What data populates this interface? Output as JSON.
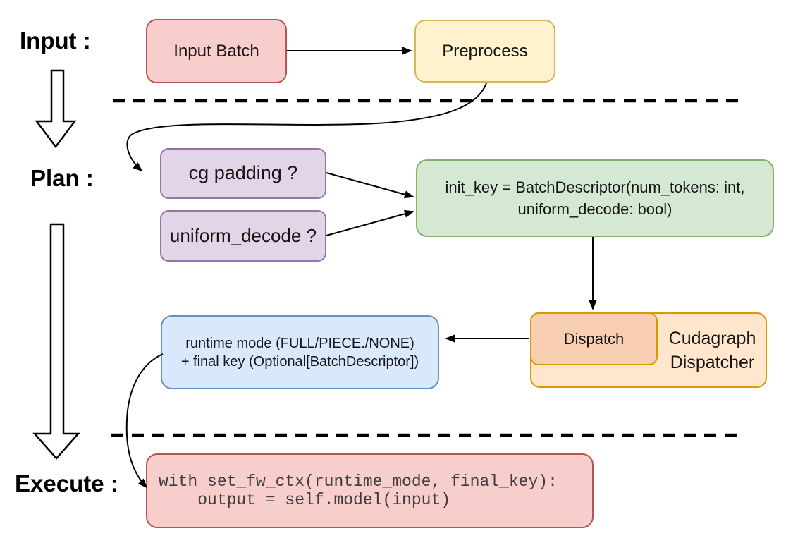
{
  "stage_labels": {
    "input": "Input :",
    "plan": "Plan :",
    "execute": "Execute :"
  },
  "nodes": {
    "input_batch": {
      "label": "Input Batch",
      "fill": "#f8cecc",
      "border": "#b85450"
    },
    "preprocess": {
      "label": "Preprocess",
      "fill": "#fff2cc",
      "border": "#d6b656"
    },
    "cg_padding": {
      "label": "cg padding ?",
      "fill": "#e1d5e7",
      "border": "#9673a6"
    },
    "uniform_decode": {
      "label": "uniform_decode ?",
      "fill": "#e1d5e7",
      "border": "#9673a6"
    },
    "init_key": {
      "label": "init_key = BatchDescriptor(num_tokens: int,\nuniform_decode: bool)",
      "fill": "#d5e8d4",
      "border": "#82b366"
    },
    "cudagraph_dispatcher": {
      "label": "Cudagraph\nDispatcher",
      "fill": "#ffe6cc",
      "border": "#d79b00"
    },
    "dispatch": {
      "label": "Dispatch",
      "fill": "#f9cfb3",
      "border": "#d79b00"
    },
    "runtime_mode": {
      "label": "runtime mode (FULL/PIECE./NONE)\n+ final key (Optional[BatchDescriptor])",
      "fill": "#dae8fc",
      "border": "#6c8ebf"
    },
    "execute_code": {
      "code": "with set_fw_ctx(runtime_mode, final_key):\n    output = self.model(input)",
      "fill": "#f8cecc",
      "border": "#b85450"
    }
  },
  "connector_color": "#000000",
  "canvas_background": "#ffffff"
}
